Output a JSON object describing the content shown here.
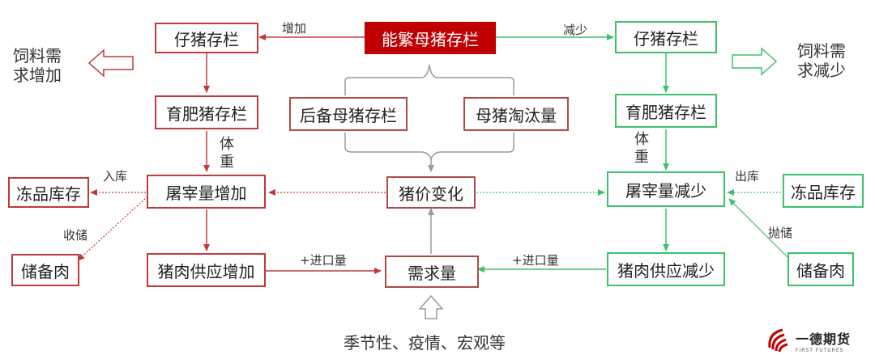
{
  "root": "能繁母猪存栏",
  "left": {
    "piglet": "仔猪存栏",
    "finishing": "育肥猪存栏",
    "slaughter": "屠宰量增加",
    "pork_supply": "猪肉供应增加",
    "frozen": "冻品库存",
    "reserve": "储备肉",
    "feed_label": "饲料需求增加",
    "edge_root": "增加",
    "edge_weight": "体重",
    "edge_store": "入库",
    "edge_reserve": "收储",
    "edge_import": "+进口量"
  },
  "right": {
    "piglet": "仔猪存栏",
    "finishing": "育肥猪存栏",
    "slaughter": "屠宰量减少",
    "pork_supply": "猪肉供应减少",
    "frozen": "冻品库存",
    "reserve": "储备肉",
    "feed_label": "饲料需求减少",
    "edge_root": "减少",
    "edge_weight": "体重",
    "edge_out": "出库",
    "edge_release": "抛储",
    "edge_import": "+进口量"
  },
  "middle": {
    "reserve_sow": "后备母猪存栏",
    "cull": "母猪淘汰量",
    "price": "猪价变化",
    "demand": "需求量",
    "factors": "季节性、疫情、宏观等"
  },
  "logo": {
    "name": "一德期货",
    "sub": "FIRST FUTURES"
  },
  "colors": {
    "increase": "#c0393b",
    "decrease": "#3cc26a",
    "root_fill": "#c00000",
    "neutral": "#9a9a9a"
  }
}
